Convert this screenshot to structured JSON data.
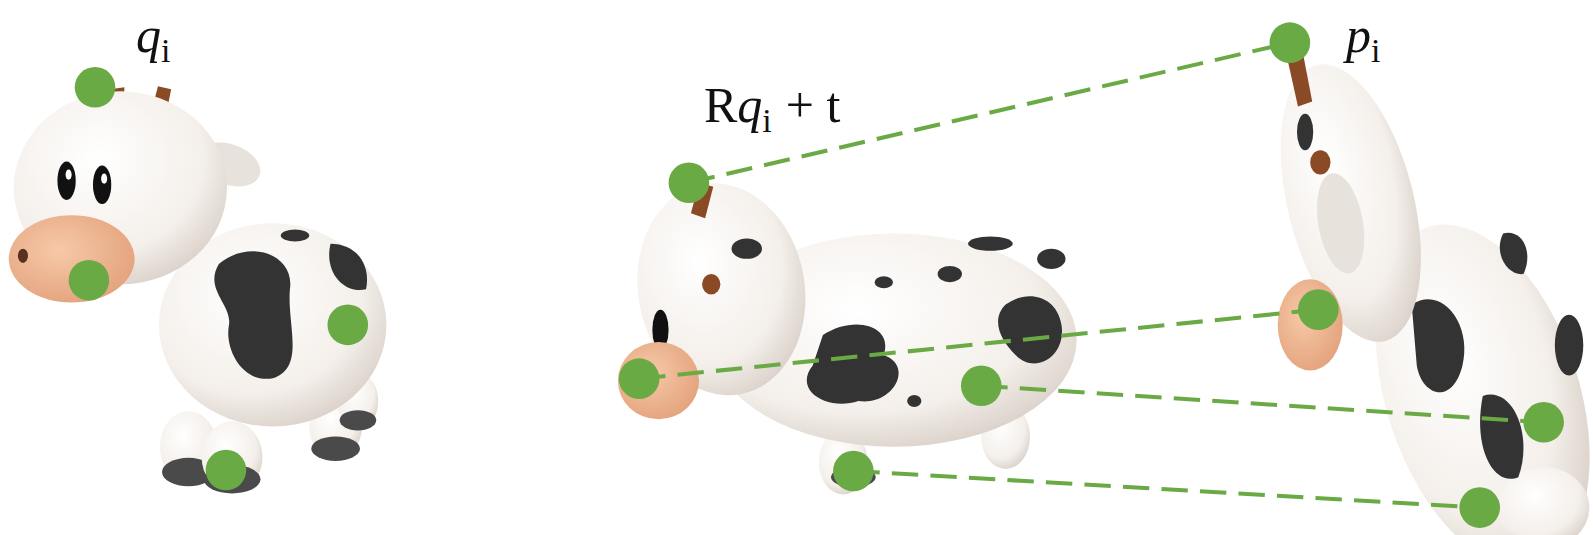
{
  "diagram": {
    "labels": [
      "q",
      "i",
      "R",
      "q",
      "i",
      "+ t",
      "p",
      "i"
    ]
  }
}
